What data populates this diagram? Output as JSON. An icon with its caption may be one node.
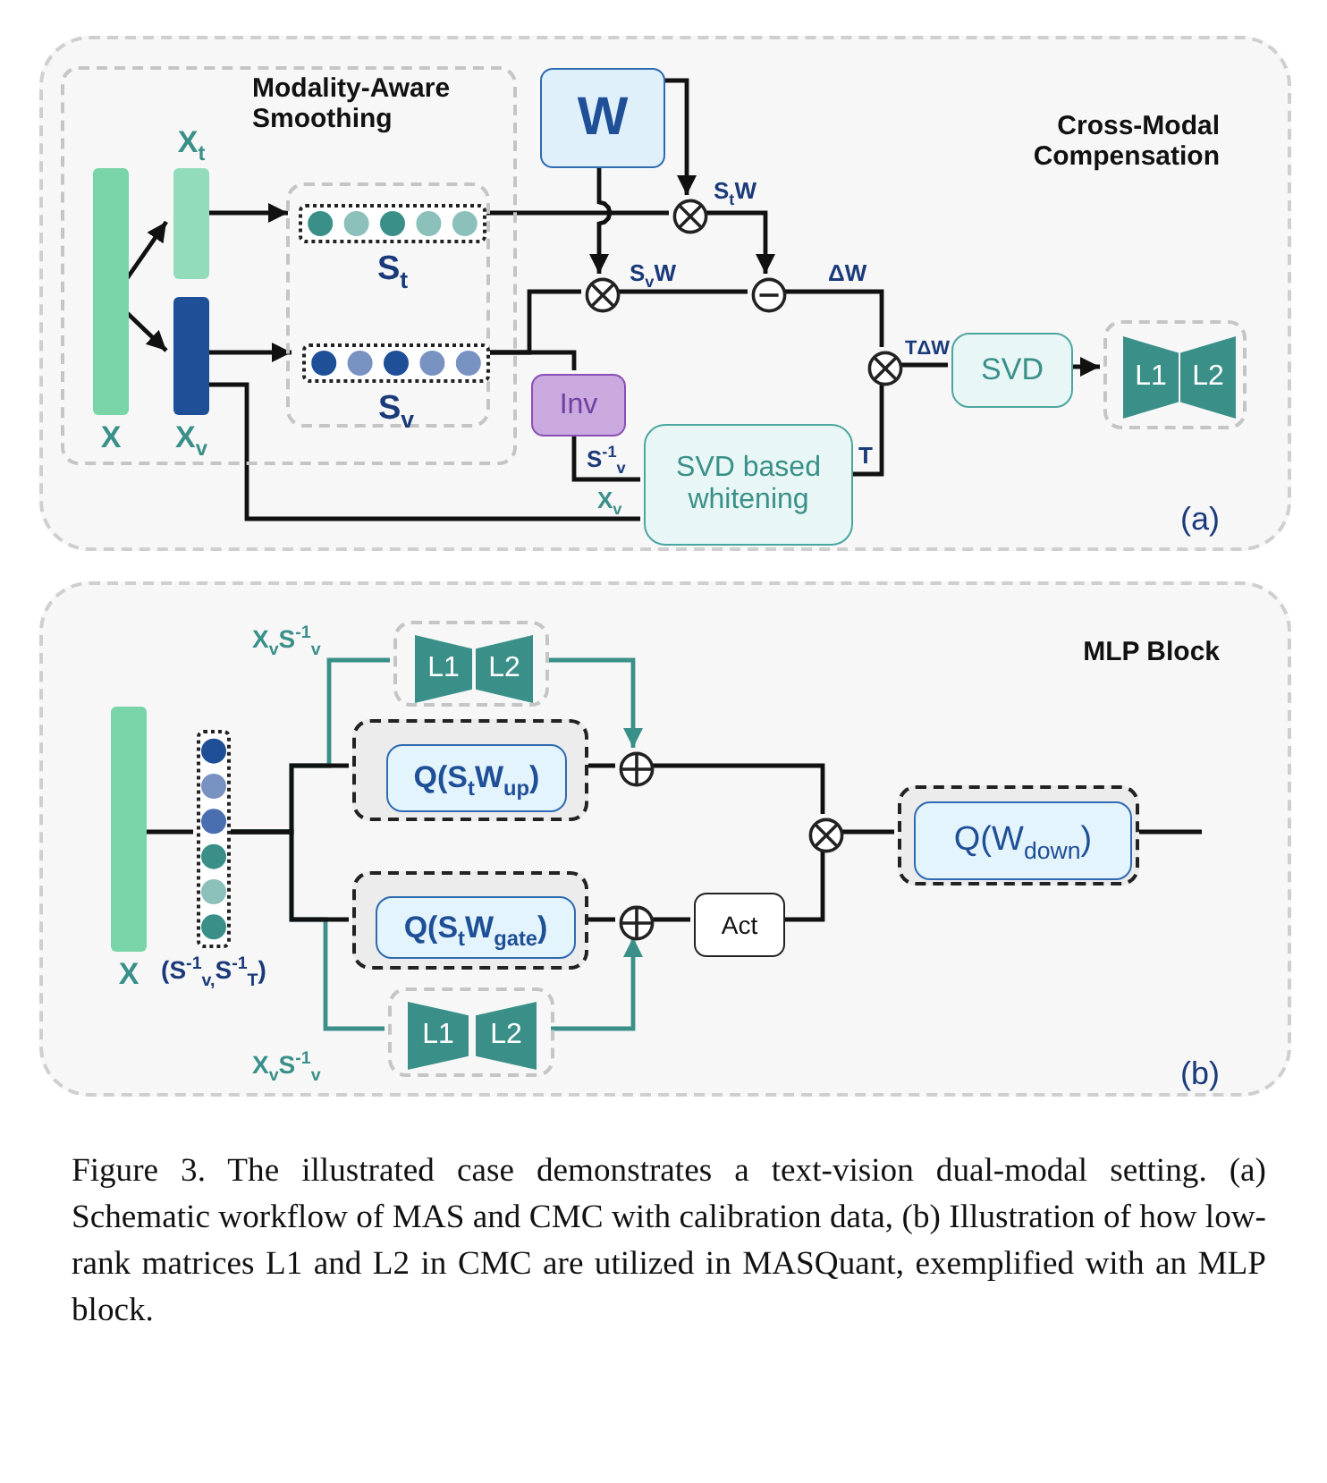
{
  "diagram": {
    "caption": "Figure 3. The illustrated case demonstrates a text-vision dual-modal setting. (a) Schematic workflow of MAS and CMC with calibration data, (b) Illustration of how low-rank matrices L1 and L2 in CMC are utilized in MASQuant, exemplified with an MLP block.",
    "nodes": [
      {
        "text": [
          "Cross-Modal Compensation"
        ]
      },
      {
        "text": [
          "Modality-Aware Smoothing"
        ],
        "in": 0
      },
      {
        "text": [
          "X"
        ],
        "in": 1
      },
      {
        "text": [
          "X$_{t}$"
        ],
        "in": 1
      },
      {
        "text": [
          "X$_{v}$"
        ],
        "in": 1
      },
      {
        "text": [],
        "shape": "box",
        "in": 1
      },
      {
        "text": [
          "S$_{t}$"
        ],
        "in": 5
      },
      {
        "text": [
          "S$_{v}$"
        ],
        "in": 5
      },
      {
        "text": [
          "W"
        ],
        "in": 0
      },
      {
        "text": [],
        "shape": "circle",
        "in": 0
      },
      {
        "text": [],
        "shape": "circle",
        "in": 0
      },
      {
        "text": [],
        "shape": "circle",
        "in": 0
      },
      {
        "text": [
          "Inv"
        ],
        "in": 0
      },
      {
        "text": [
          "SVD based whitening"
        ],
        "in": 0
      },
      {
        "text": [],
        "shape": "circle",
        "in": 0
      },
      {
        "text": [
          "SVD"
        ],
        "in": 0
      },
      {
        "text": [],
        "shape": "box",
        "in": 0
      },
      {
        "text": [
          "L1"
        ],
        "in": 16
      },
      {
        "text": [
          "L2"
        ],
        "in": 16
      },
      {
        "text": [
          "MLP Block"
        ]
      },
      {
        "text": [
          "X"
        ],
        "in": 19
      },
      {
        "text": [
          "(S$^{-1}$$_{v,}$S$^{-1}$$_{T}$)"
        ],
        "in": 19
      },
      {
        "text": [],
        "shape": "box",
        "in": 19
      },
      {
        "text": [
          "L1"
        ],
        "in": 22
      },
      {
        "text": [
          "L2"
        ],
        "in": 22
      },
      {
        "text": [],
        "shape": "box",
        "in": 19
      },
      {
        "text": [
          "Q(S$_{t}$W$_{up}$)"
        ],
        "in": 25
      },
      {
        "text": [],
        "shape": "box",
        "in": 19
      },
      {
        "text": [
          "Q(S$_{t}$W$_{gate}$)"
        ],
        "in": 27
      },
      {
        "text": [],
        "shape": "box",
        "in": 19
      },
      {
        "text": [
          "L1"
        ],
        "in": 29
      },
      {
        "text": [
          "L2"
        ],
        "in": 29
      },
      {
        "text": [],
        "shape": "circle",
        "in": 19
      },
      {
        "text": [],
        "shape": "circle",
        "in": 19
      },
      {
        "text": [
          "Act"
        ],
        "in": 19
      },
      {
        "text": [],
        "shape": "circle",
        "in": 19
      },
      {
        "text": [],
        "shape": "box",
        "in": 19
      },
      {
        "text": [
          "Q(W$_{down}$)"
        ],
        "in": 36
      }
    ],
    "edges": [
      {
        "from": 2,
        "to": 3,
        "arrow": "to"
      },
      {
        "from": 2,
        "to": 4,
        "arrow": "to"
      },
      {
        "from": 3,
        "to": 6,
        "arrow": "to"
      },
      {
        "from": 4,
        "to": 7,
        "arrow": "to"
      },
      {
        "from": 8,
        "to": 9,
        "arrow": "to"
      },
      {
        "from": 8,
        "to": 10,
        "arrow": "to"
      },
      {
        "from": 6,
        "to": 9,
        "arrow": "none"
      },
      {
        "from": 7,
        "to": 10,
        "arrow": "none"
      },
      {
        "from": 7,
        "to": 12,
        "arrow": "none"
      },
      {
        "from": 9,
        "to": 11,
        "arrow": "to",
        "label": "S$_{t}$W"
      },
      {
        "from": 10,
        "to": 11,
        "arrow": "none",
        "label": "S$_{v}$W"
      },
      {
        "from": 11,
        "to": 14,
        "arrow": "none",
        "label": "ΔW"
      },
      {
        "from": 13,
        "to": 14,
        "arrow": "none",
        "label": "T"
      },
      {
        "from": 14,
        "to": 15,
        "arrow": "none",
        "label": "TΔW"
      },
      {
        "from": 15,
        "to": 16,
        "arrow": "to"
      },
      {
        "from": 12,
        "to": 13,
        "arrow": "none",
        "label": "S$^{-1}$$_{v}$"
      },
      {
        "from": 4,
        "to": 13,
        "arrow": "none",
        "label": "X$_{v}$"
      },
      {
        "from": 20,
        "to": 21,
        "arrow": "none"
      },
      {
        "from": 21,
        "to": 25,
        "arrow": "none"
      },
      {
        "from": 21,
        "to": 27,
        "arrow": "none"
      },
      {
        "from": 21,
        "to": 22,
        "arrow": "none",
        "label": "X$_{v}$S$^{-1}$$_{v}$",
        "color": "#3a9089"
      },
      {
        "from": 22,
        "to": 32,
        "arrow": "to",
        "color": "#3a9089"
      },
      {
        "from": 21,
        "to": 29,
        "arrow": "none",
        "label": "X$_{v}$S$^{-1}$$_{v}$",
        "color": "#3a9089"
      },
      {
        "from": 29,
        "to": 33,
        "arrow": "to",
        "color": "#3a9089"
      },
      {
        "from": 25,
        "to": 32,
        "arrow": "none"
      },
      {
        "from": 27,
        "to": 33,
        "arrow": "none"
      },
      {
        "from": 33,
        "to": 34,
        "arrow": "none"
      },
      {
        "from": 32,
        "to": 35,
        "arrow": "none"
      },
      {
        "from": 34,
        "to": 35,
        "arrow": "none"
      },
      {
        "from": 35,
        "to": 36,
        "arrow": "none"
      },
      {
        "from": null,
        "to": 36,
        "arrow": "other"
      }
    ],
    "labels": [
      "(a)",
      "(b)"
    ]
  }
}
